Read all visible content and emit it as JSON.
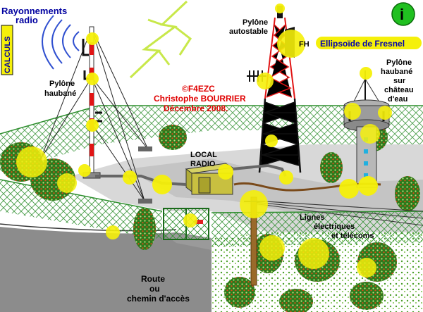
{
  "labels": {
    "rayonnements": "Rayonnements",
    "radio": "radio",
    "calculs": "CALCULS",
    "pylone_haubane": [
      "Pylône",
      "haubané"
    ],
    "pylone_autostable": [
      "Pylône",
      "autostable"
    ],
    "fh": "FH",
    "ellipsoide": "Ellipsoïde de Fresnel",
    "pylone_chateau": [
      "Pylône",
      "haubané",
      "sur",
      "château",
      "d'eau"
    ],
    "credits": [
      "©F4EZC",
      "Christophe BOURRIER",
      "Décembre 2008."
    ],
    "local_radio": [
      "LOCAL",
      "RADIO"
    ],
    "lignes": [
      "Lignes",
      "électriques",
      "et télécoms"
    ],
    "route": [
      "Route",
      "ou",
      "chemin d'accès"
    ]
  },
  "info_button": {
    "glyph": "i",
    "icon": "info-icon"
  },
  "colors": {
    "hotspot": "#f5f00a",
    "fence": "#2f8f2f",
    "ground": "#d4d4d4",
    "concrete": "#a6a6a6",
    "road": "#8c8c8c",
    "tower_red": "#e11414",
    "label_red": "#e00000",
    "calculs_bg": "#f5f00a",
    "ellipse_bg": "#f5f00a",
    "ellipse_text": "#0000b0",
    "info_bg": "#20c020",
    "grass": "#6fbe3a"
  }
}
